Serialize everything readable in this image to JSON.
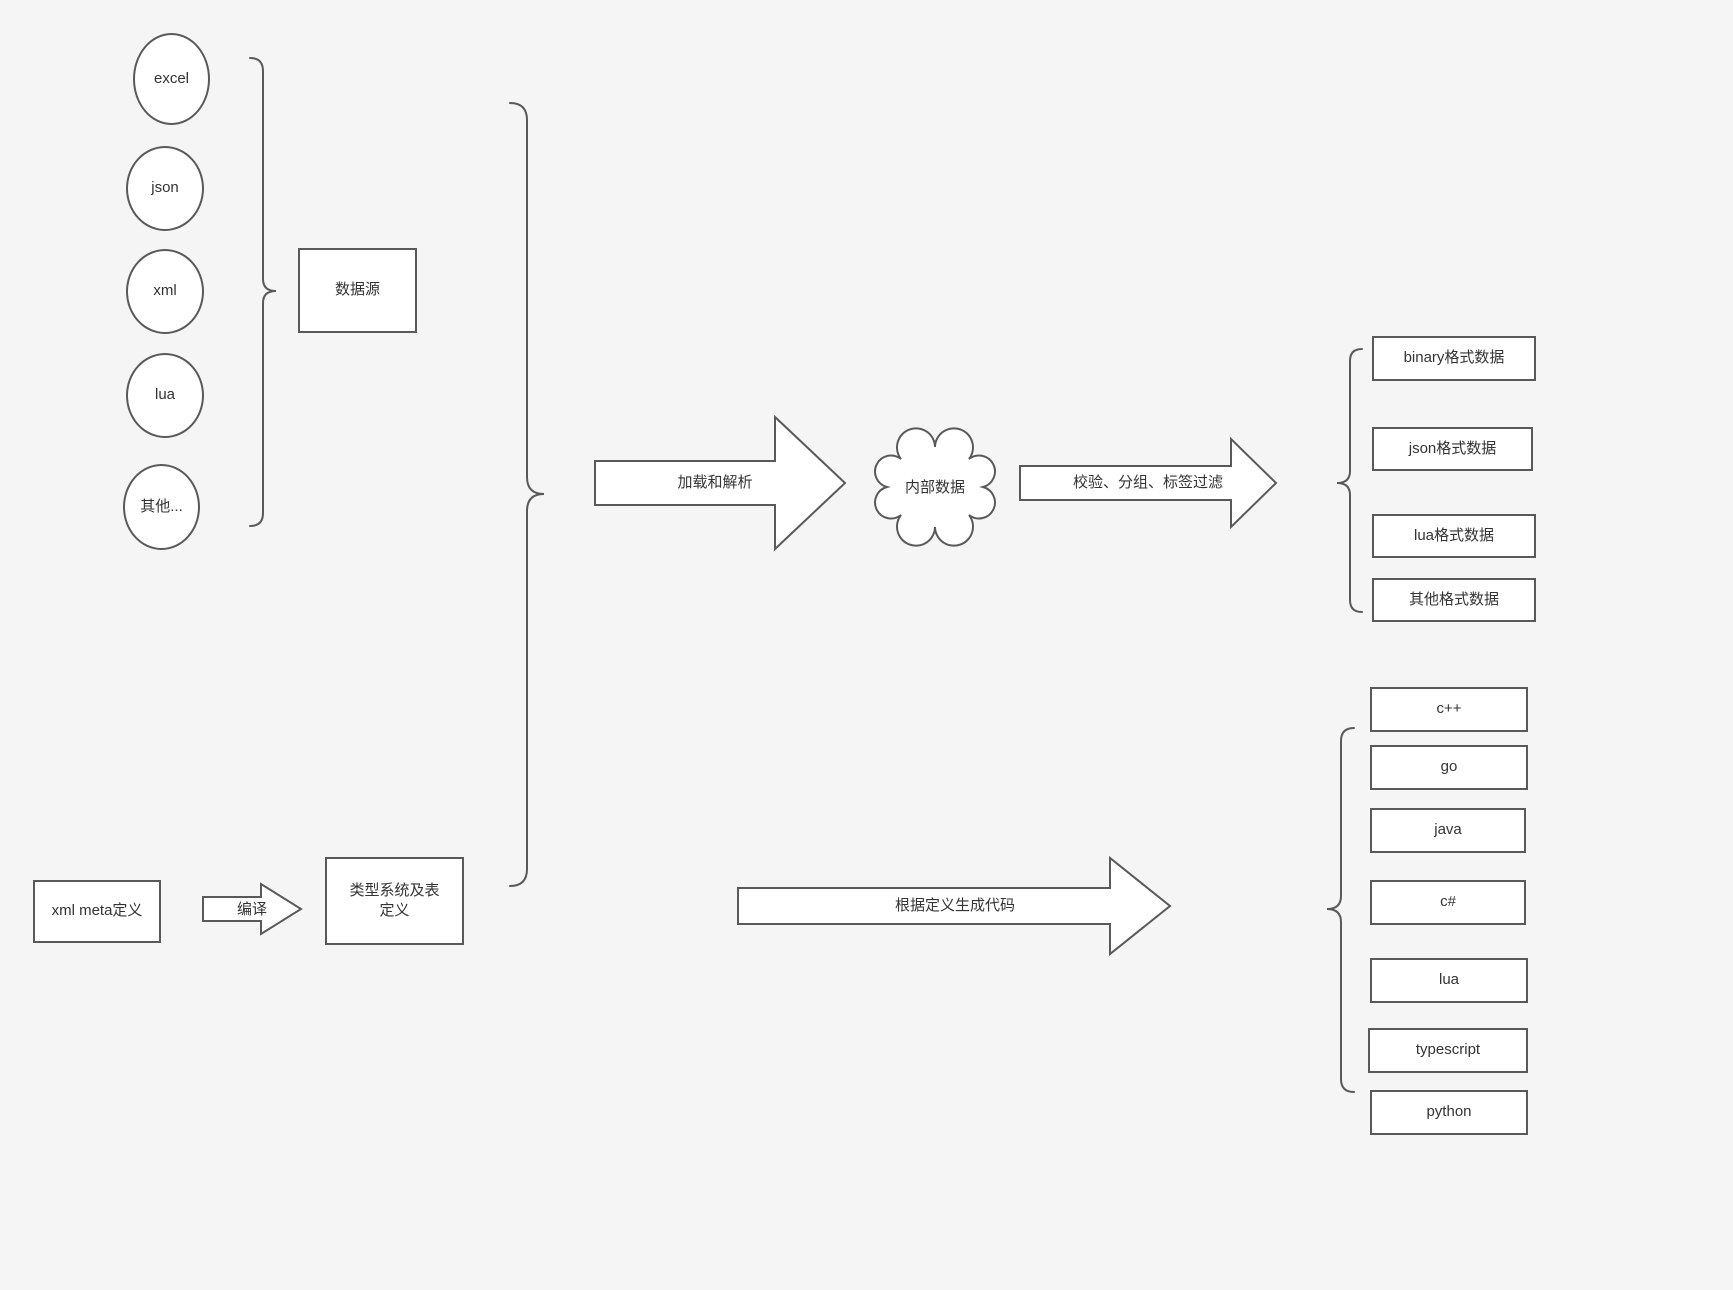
{
  "colors": {
    "background": "#f5f5f5",
    "stroke": "#595959",
    "text": "#333333",
    "shape_fill": "#ffffff"
  },
  "diagram": {
    "sources": [
      "excel",
      "json",
      "xml",
      "lua",
      "其他..."
    ],
    "source_group": "数据源",
    "arrows": {
      "load": "加载和解析",
      "filter": "校验、分组、标签过滤",
      "compile": "编译",
      "codegen": "根据定义生成代码"
    },
    "cloud": "内部数据",
    "outputs": [
      "binary格式数据",
      "json格式数据",
      "lua格式数据",
      "其他格式数据"
    ],
    "meta": "xml meta定义",
    "type_system": "类型系统及表定义",
    "languages": [
      "c++",
      "go",
      "java",
      "c#",
      "lua",
      "typescript",
      "python"
    ]
  }
}
